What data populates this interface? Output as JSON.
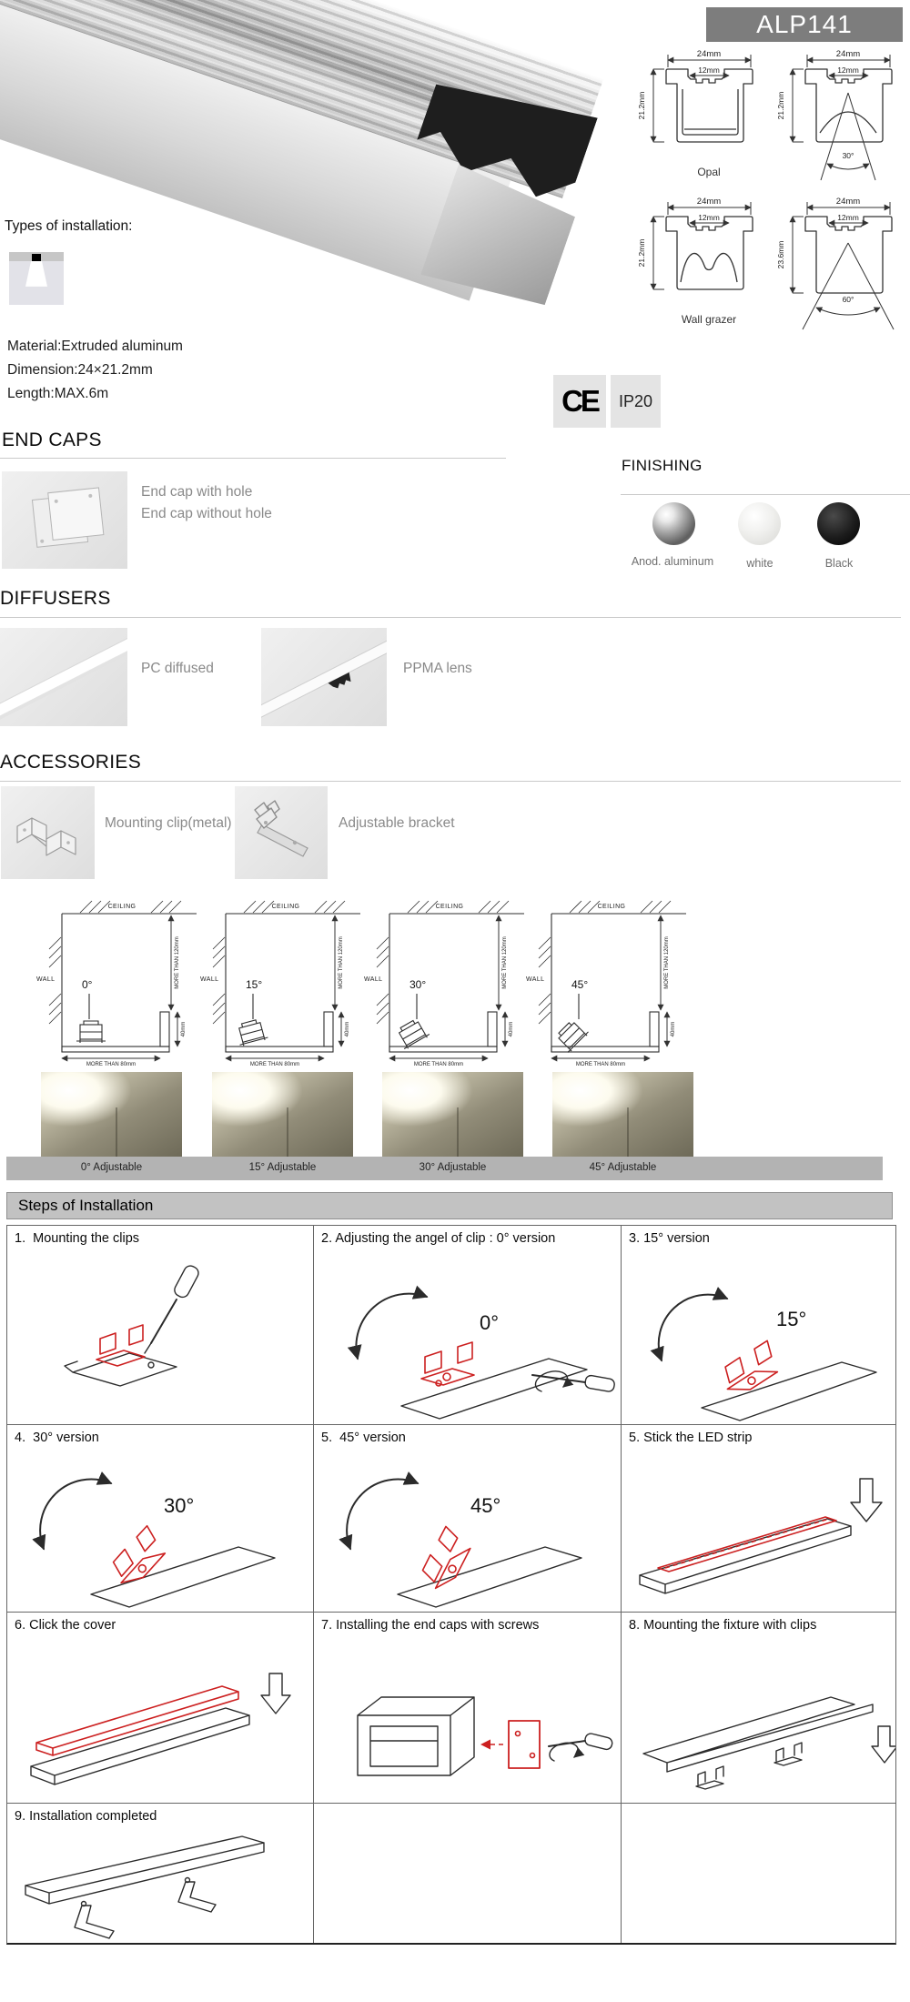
{
  "header": {
    "model": "ALP141",
    "types_label": "Types of installation:",
    "material": "Material:Extruded aluminum",
    "dimension": "Dimension:24×21.2mm",
    "length": "Length:MAX.6m",
    "ce": "CE",
    "ip": "IP20"
  },
  "xsec": {
    "w24": "24mm",
    "w12": "12mm",
    "h212": "21.2mm",
    "h236": "23.6mm",
    "a30": "30°",
    "a60": "60°",
    "cap_opal": "Opal",
    "cap_wall": "Wall grazer"
  },
  "sections": {
    "end_caps": {
      "title": "END CAPS",
      "line1": "End cap with hole",
      "line2": "End cap without hole"
    },
    "finishing": {
      "title": "FINISHING",
      "items": [
        {
          "label": "Anod. aluminum",
          "color": "#9a9a9a"
        },
        {
          "label": "white",
          "color": "#f0f0ee"
        },
        {
          "label": "Black",
          "color": "#1c1c1c"
        }
      ]
    },
    "diffusers": {
      "title": "DIFFUSERS",
      "items": [
        {
          "label": "PC diffused"
        },
        {
          "label": "PPMA lens"
        }
      ]
    },
    "accessories": {
      "title": "ACCESSORIES",
      "items": [
        {
          "label": "Mounting clip(metal)"
        },
        {
          "label": "Adjustable bracket"
        }
      ]
    }
  },
  "mounting": {
    "labels": {
      "ceiling": "CEILING",
      "wall": "WALL",
      "min_height": "MORE THAN 120mm",
      "min_width": "MORE THAN 80mm",
      "offset": "40mm"
    },
    "items": [
      {
        "angle": "0°"
      },
      {
        "angle": "15°"
      },
      {
        "angle": "30°"
      },
      {
        "angle": "45°"
      }
    ]
  },
  "beam": {
    "captions": [
      "0° Adjustable",
      "15° Adjustable",
      "30° Adjustable",
      "45° Adjustable"
    ]
  },
  "steps": {
    "title": "Steps of Installation",
    "cells": [
      "1.  Mounting the clips",
      "2. Adjusting the angel of clip : 0° version",
      "3. 15° version",
      "4.  30° version",
      "5.  45° version",
      "5. Stick the LED strip",
      "6. Click the cover",
      "7. Installing the end caps with screws",
      "8. Mounting the fixture with clips",
      "9. Installation completed"
    ],
    "angles": [
      "0°",
      "15°",
      "30°",
      "45°"
    ]
  },
  "colors": {
    "accent_red": "#cc2020",
    "badge_gray": "#7d7d7d",
    "steps_bar_gray": "#c2c2c2",
    "caption_bar_gray": "#b3b3b3"
  }
}
